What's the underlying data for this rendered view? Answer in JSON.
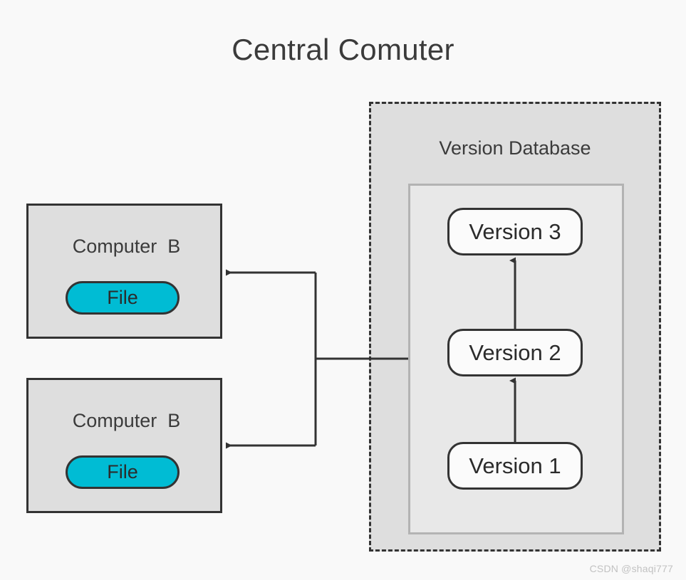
{
  "page": {
    "title": "Central Comuter",
    "background_color": "#f9f9f9",
    "watermark": "CSDN @shaqi777"
  },
  "clients": [
    {
      "name": "Computer  B",
      "file_label": "File",
      "file_color": "#00bcd4",
      "box_color": "#dedede",
      "border_color": "#333333"
    },
    {
      "name": "Computer  B",
      "file_label": "File",
      "file_color": "#00bcd4",
      "box_color": "#dedede",
      "border_color": "#333333"
    }
  ],
  "server": {
    "title": "Version Database",
    "outer_fill": "#dedede",
    "outer_border": "#333333",
    "outer_border_style": "dashed",
    "inner_fill": "#e8e8e8",
    "inner_border": "#b3b3b3",
    "versions": [
      {
        "label": "Version 3"
      },
      {
        "label": "Version 2"
      },
      {
        "label": "Version 1"
      }
    ]
  },
  "connectors": {
    "line_color": "#333333",
    "version_chain": [
      {
        "from": "Version 1",
        "to": "Version 2",
        "direction": "up"
      },
      {
        "from": "Version 2",
        "to": "Version 3",
        "direction": "up"
      }
    ],
    "sync_links": [
      {
        "from": "Version Database",
        "to": "Computer  B (top)",
        "direction": "left"
      },
      {
        "from": "Version Database",
        "to": "Computer  B (bottom)",
        "direction": "left"
      }
    ]
  }
}
